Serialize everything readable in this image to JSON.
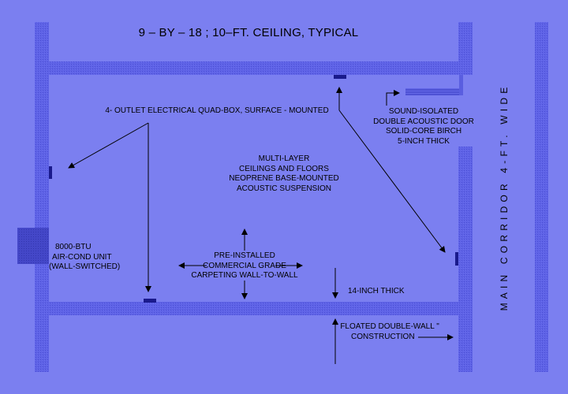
{
  "colors": {
    "background": "#7b7ff0",
    "wall_fill": "#5f63e6",
    "wall_hatch": "#4a4ed6",
    "door_panel": "#6367e8",
    "outlet_box": "#1a1a8c",
    "ink": "#000000"
  },
  "title": "9 – BY – 18 ;  10–FT. CEILING,  TYPICAL",
  "corridor_label": "MAIN  CORRIDOR  4-FT.  WIDE",
  "labels": {
    "outlet_box": "4- OUTLET  ELECTRICAL QUAD-BOX,  SURFACE - MOUNTED",
    "door": [
      "SOUND-ISOLATED",
      "DOUBLE ACOUSTIC DOOR",
      "SOLID-CORE BIRCH",
      "5-INCH THICK"
    ],
    "ceiling": [
      "MULTI-LAYER",
      "CEILINGS  AND  FLOORS",
      "NEOPRENE BASE-MOUNTED",
      "ACOUSTIC SUSPENSION"
    ],
    "ac_unit": [
      "8000-BTU",
      "AIR-COND UNIT",
      "(WALL-SWITCHED)"
    ],
    "carpet": [
      "PRE-INSTALLED",
      "COMMERCIAL GRADE",
      "CARPETING WALL-TO-WALL"
    ],
    "wall_thickness": "14-INCH THICK",
    "construction": [
      "\" FLOATED DOUBLE-WALL \"",
      "CONSTRUCTION"
    ]
  }
}
